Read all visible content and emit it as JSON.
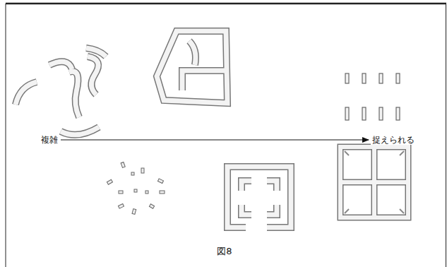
{
  "diagram": {
    "caption": "図8",
    "labels": [
      "複雑",
      "捉えられる"
    ]
  }
}
